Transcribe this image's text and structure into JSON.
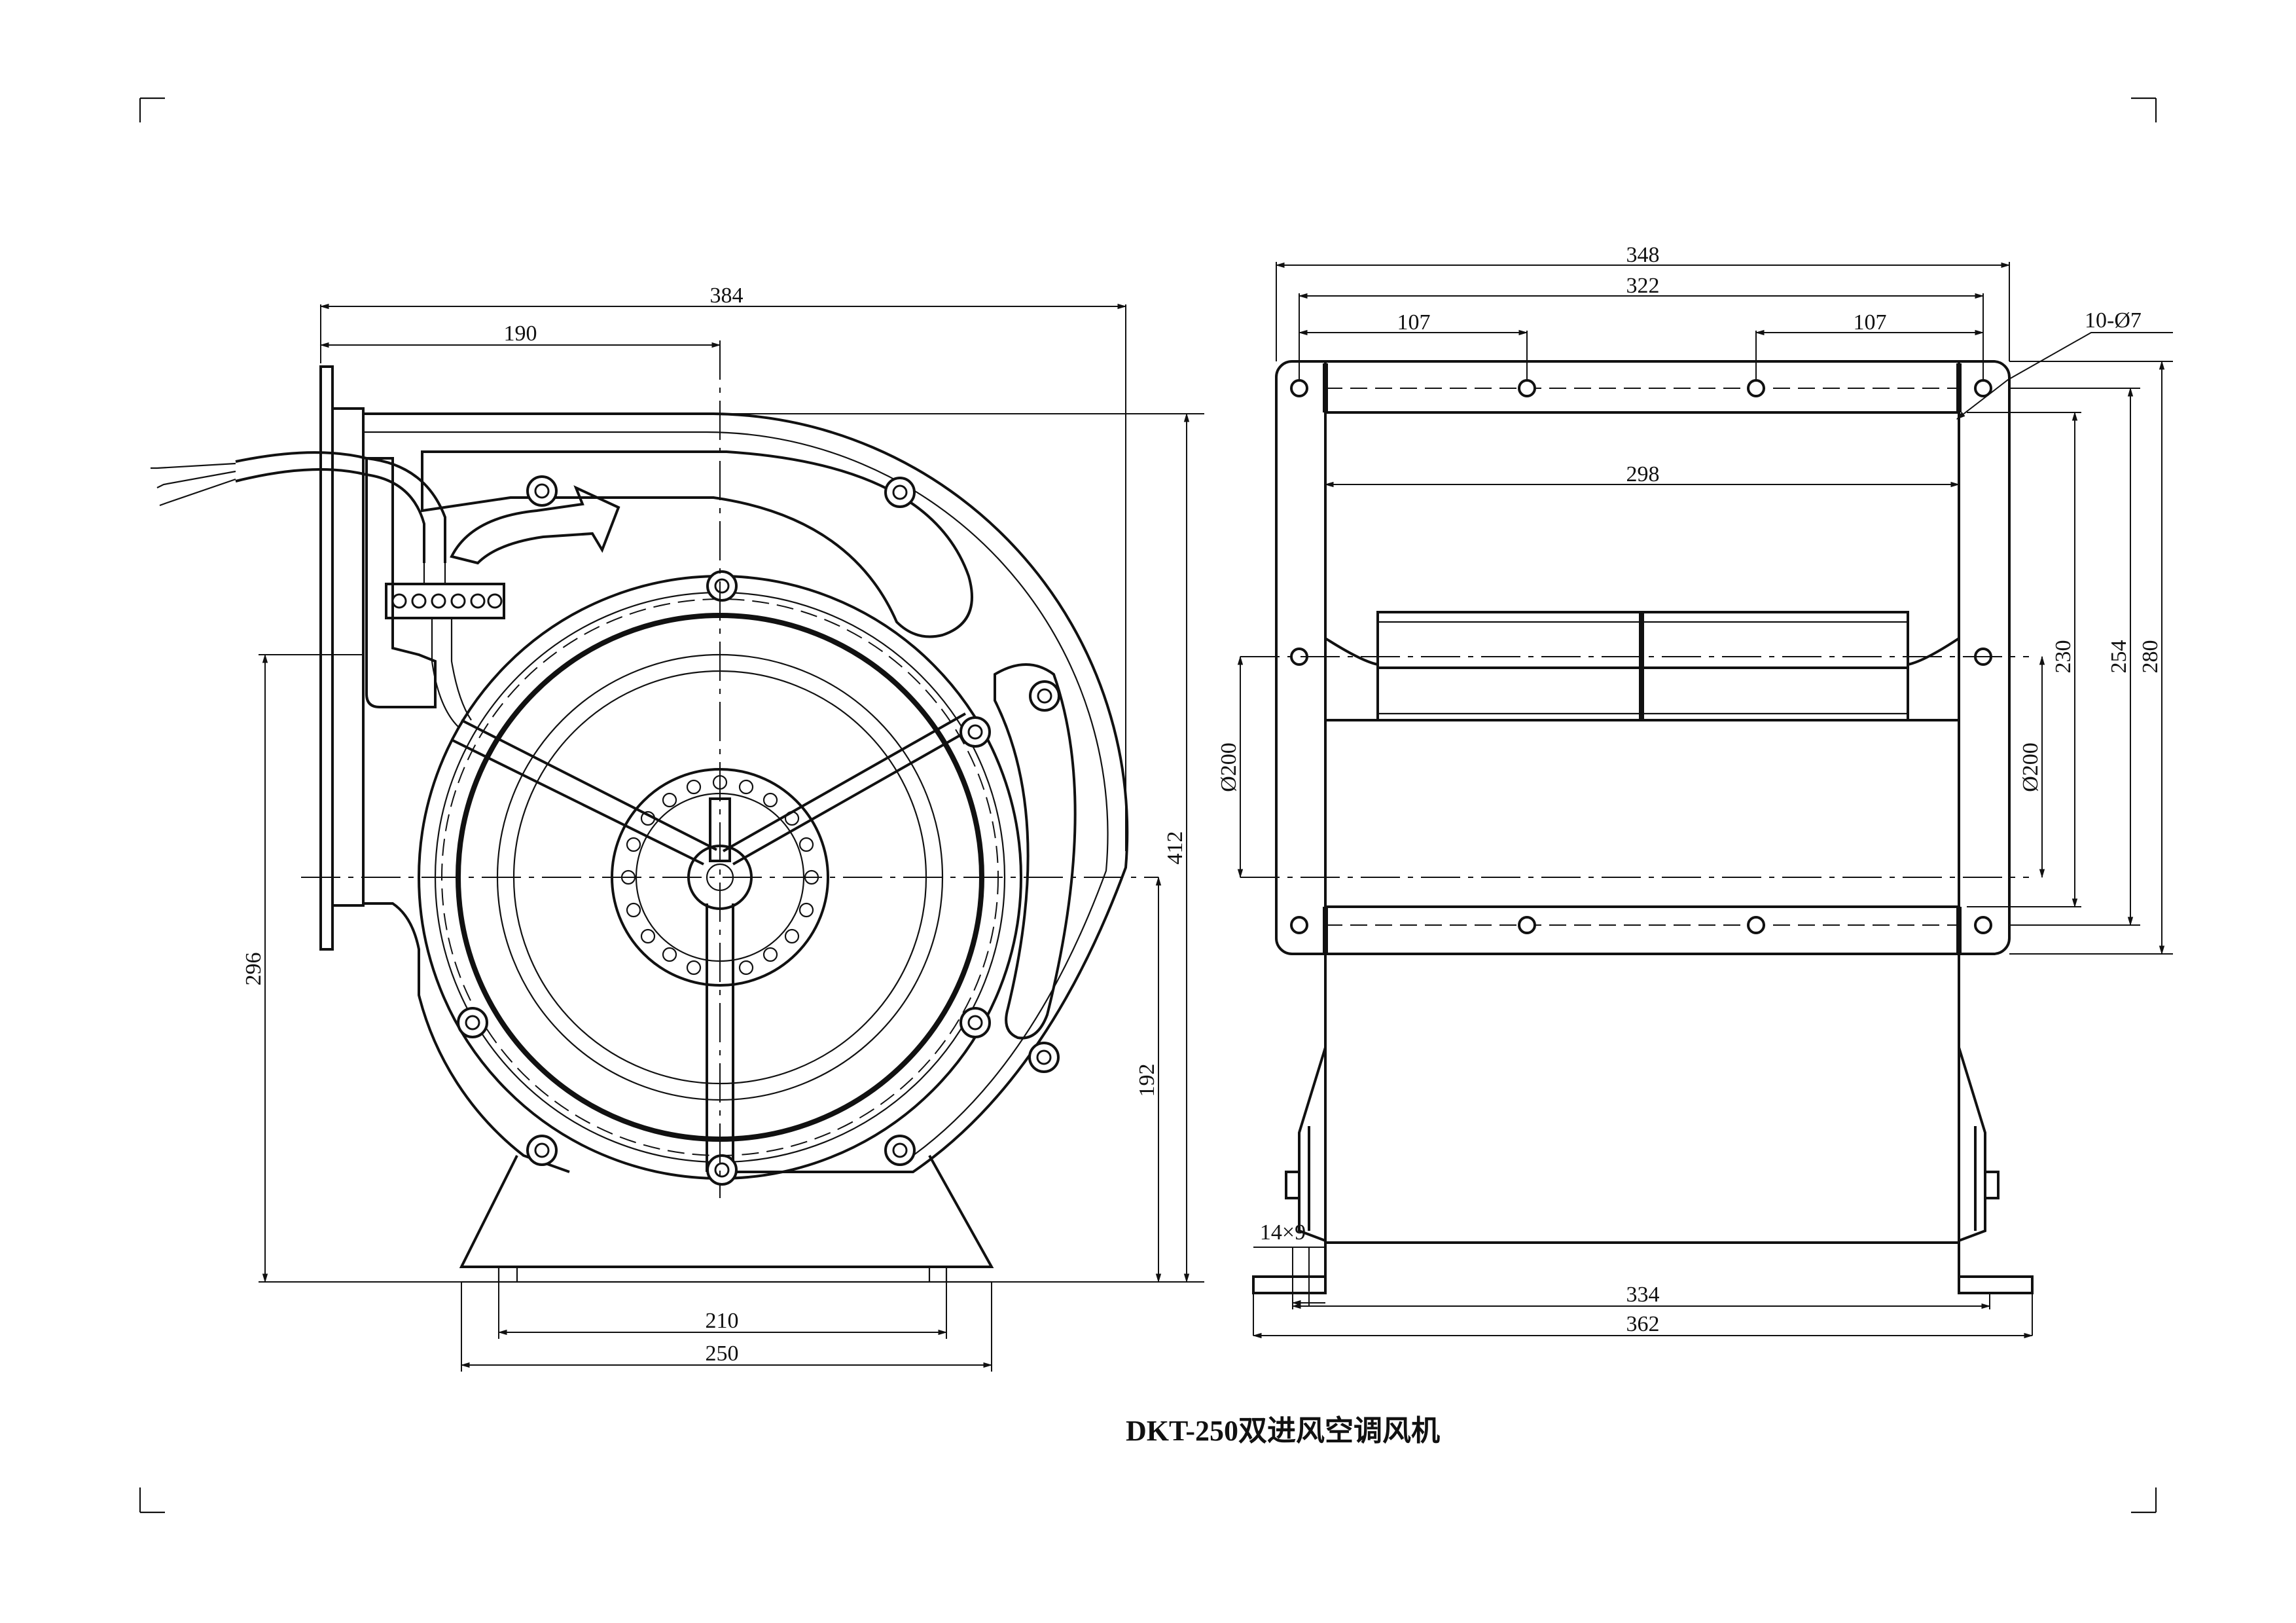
{
  "drawing": {
    "title": "DKT-250双进风空调风机"
  },
  "front_view": {
    "dimensions": {
      "overall_width": "384",
      "half_width": "190",
      "height": "412",
      "axis_height": "192",
      "inlet_height": "296",
      "base_inner": "210",
      "base_outer": "250"
    }
  },
  "side_view": {
    "dimensions": {
      "flange_width": "348",
      "hole_span": "322",
      "hole_left": "107",
      "hole_right": "107",
      "holes": "10-Ø7",
      "inner_width": "298",
      "outlet_230": "230",
      "outlet_254": "254",
      "outlet_280": "280",
      "inlet_dia_left": "Ø200",
      "inlet_dia_right": "Ø200",
      "slot": "14×9",
      "foot_inner": "334",
      "foot_outer": "362"
    }
  }
}
